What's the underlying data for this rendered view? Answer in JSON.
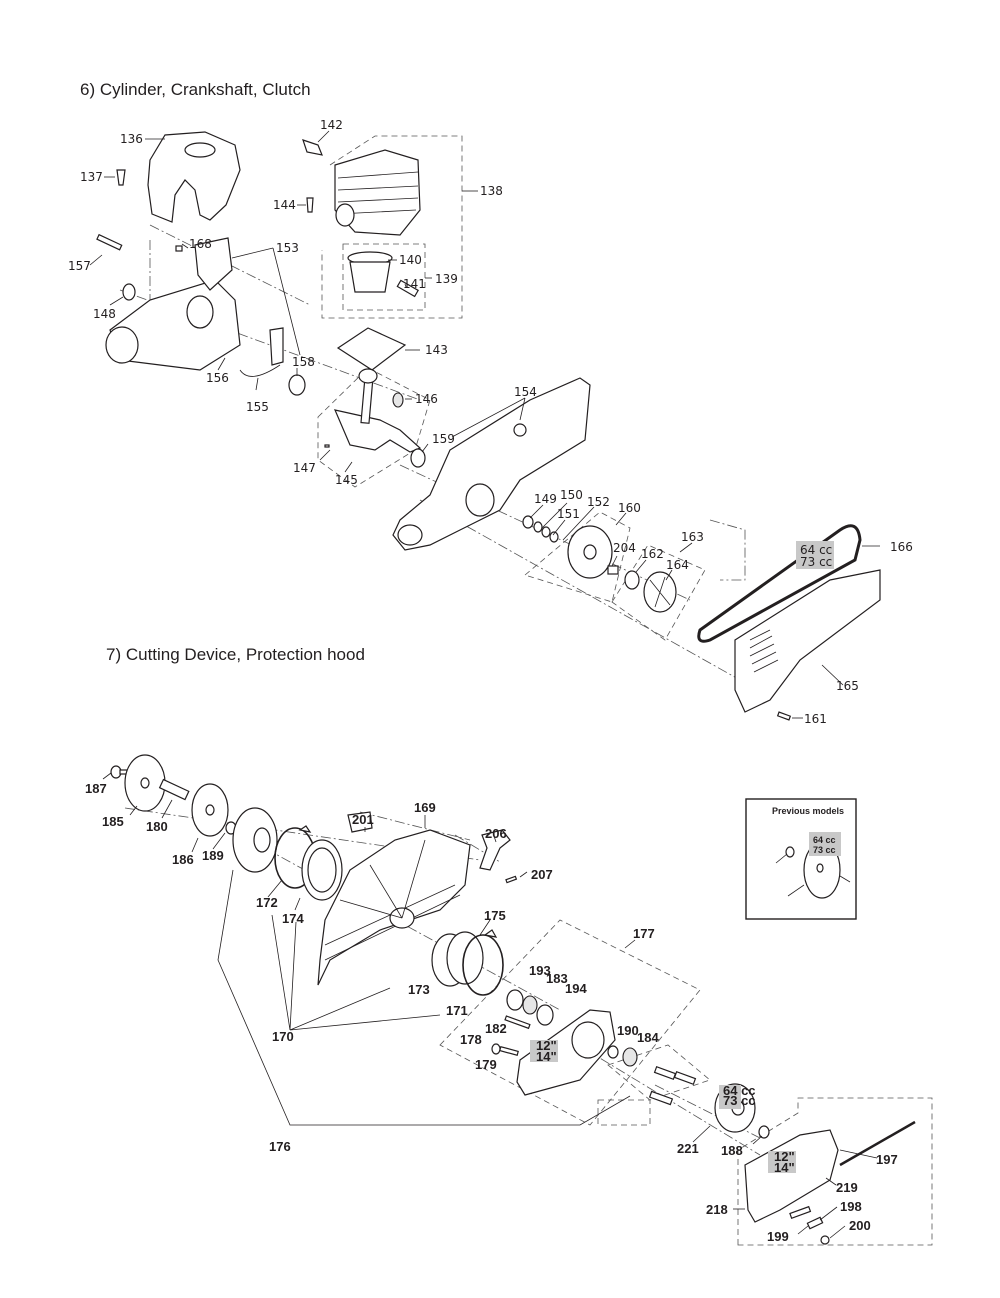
{
  "sections": [
    {
      "title": "6)  Cylinder, Crankshaft, Clutch",
      "labels": [
        "136",
        "137",
        "142",
        "144",
        "138",
        "157",
        "168",
        "153",
        "140",
        "141",
        "139",
        "148",
        "156",
        "155",
        "158",
        "143",
        "146",
        "154",
        "159",
        "147",
        "145",
        "149",
        "150",
        "151",
        "152",
        "160",
        "204",
        "162",
        "163",
        "164",
        "166",
        "165",
        "161"
      ],
      "highlight": [
        "64 cc",
        "73 cc"
      ]
    },
    {
      "title": "7)  Cutting Device, Protection hood",
      "labels": [
        "187",
        "185",
        "180",
        "186",
        "189",
        "201",
        "169",
        "206",
        "207",
        "172",
        "174",
        "175",
        "177",
        "193",
        "183",
        "194",
        "173",
        "171",
        "170",
        "182",
        "178",
        "179",
        "190",
        "184",
        "176",
        "221",
        "188",
        "197",
        "219",
        "218",
        "198",
        "199",
        "200"
      ],
      "highlight_displacement": [
        "64 cc",
        "73 cc"
      ],
      "highlight_blade": [
        "12\"",
        "14\""
      ]
    }
  ],
  "inset": {
    "title": "Previous models",
    "highlight": [
      "64 cc",
      "73 cc"
    ]
  }
}
